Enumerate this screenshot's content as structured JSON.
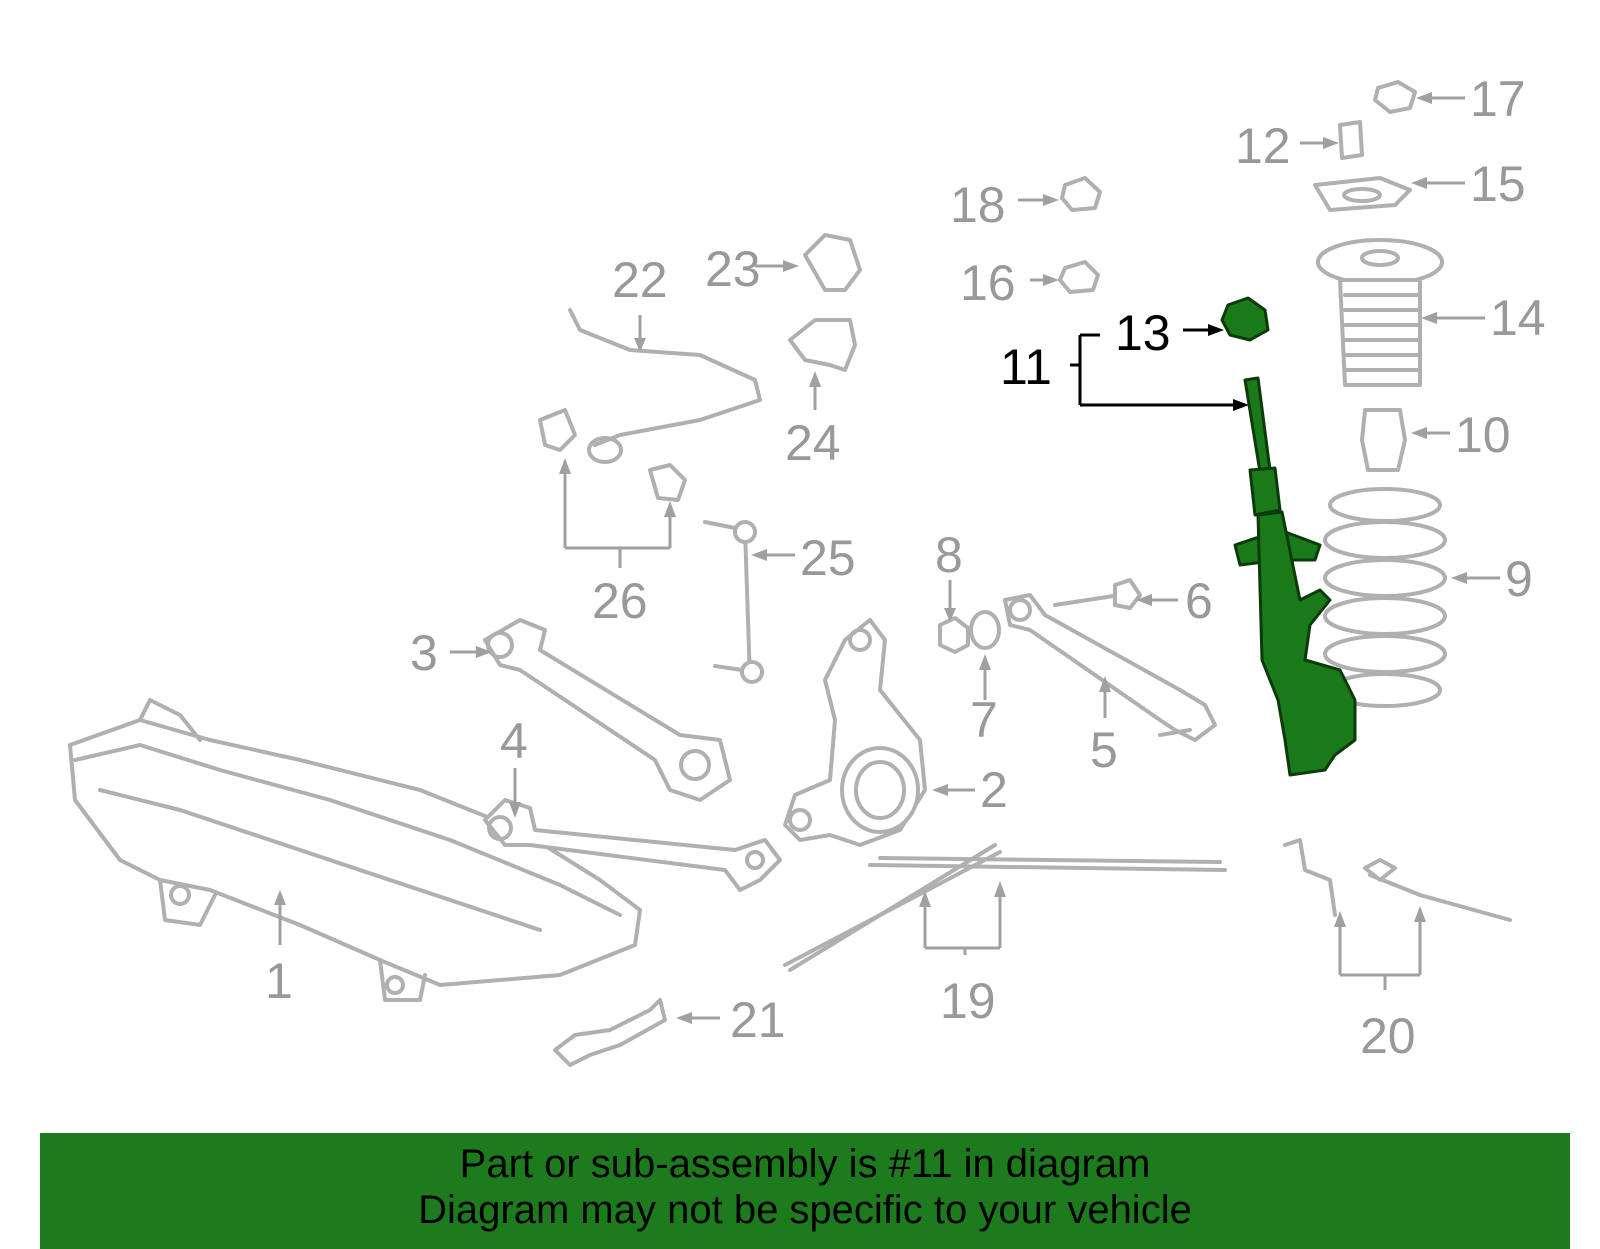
{
  "diagram": {
    "callouts": [
      "1",
      "2",
      "3",
      "4",
      "5",
      "6",
      "7",
      "8",
      "9",
      "10",
      "11",
      "12",
      "13",
      "14",
      "15",
      "16",
      "17",
      "18",
      "19",
      "20",
      "21",
      "22",
      "23",
      "24",
      "25",
      "26"
    ],
    "highlighted_part": "11",
    "highlight_color": "#1d7a1d"
  },
  "banner": {
    "line1": "Part or sub-assembly is #11 in diagram",
    "line2": "Diagram may not be specific to your vehicle",
    "background": "#1d7a1d"
  }
}
